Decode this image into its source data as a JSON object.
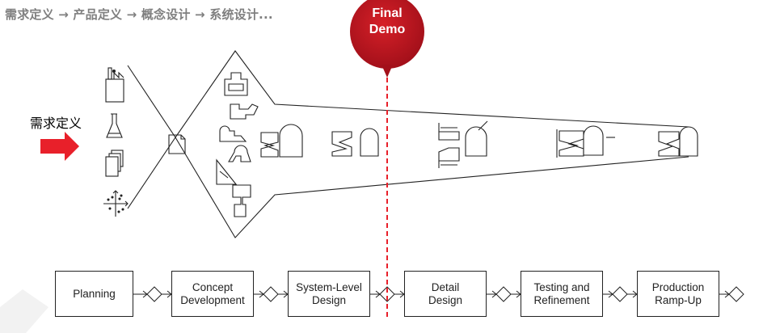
{
  "breadcrumb": "需求定义 → 产品定义 → 概念设计 → 系统设计...",
  "milestone": {
    "line1": "Final",
    "line2": "Demo",
    "color": "#c0141c"
  },
  "input_label": "需求定义",
  "accent_color": "#e8202a",
  "stages": [
    {
      "label": "Planning"
    },
    {
      "label": "Concept\nDevelopment"
    },
    {
      "label": "System-Level\nDesign"
    },
    {
      "label": "Detail\nDesign"
    },
    {
      "label": "Testing and\nRefinement"
    },
    {
      "label": "Production\nRamp-Up"
    }
  ],
  "icons": {
    "inputs": [
      "factory-icon",
      "flask-icon",
      "stacked-documents-icon",
      "scatter-plot-icon"
    ],
    "document": "document-icon",
    "concept_sketches": [
      "part-sketch-icon",
      "bracket-sketch-icon",
      "profile-sketch-icon",
      "hook-sketch-icon",
      "wedge-sketch-icon",
      "assembly-sketch-icon"
    ]
  }
}
